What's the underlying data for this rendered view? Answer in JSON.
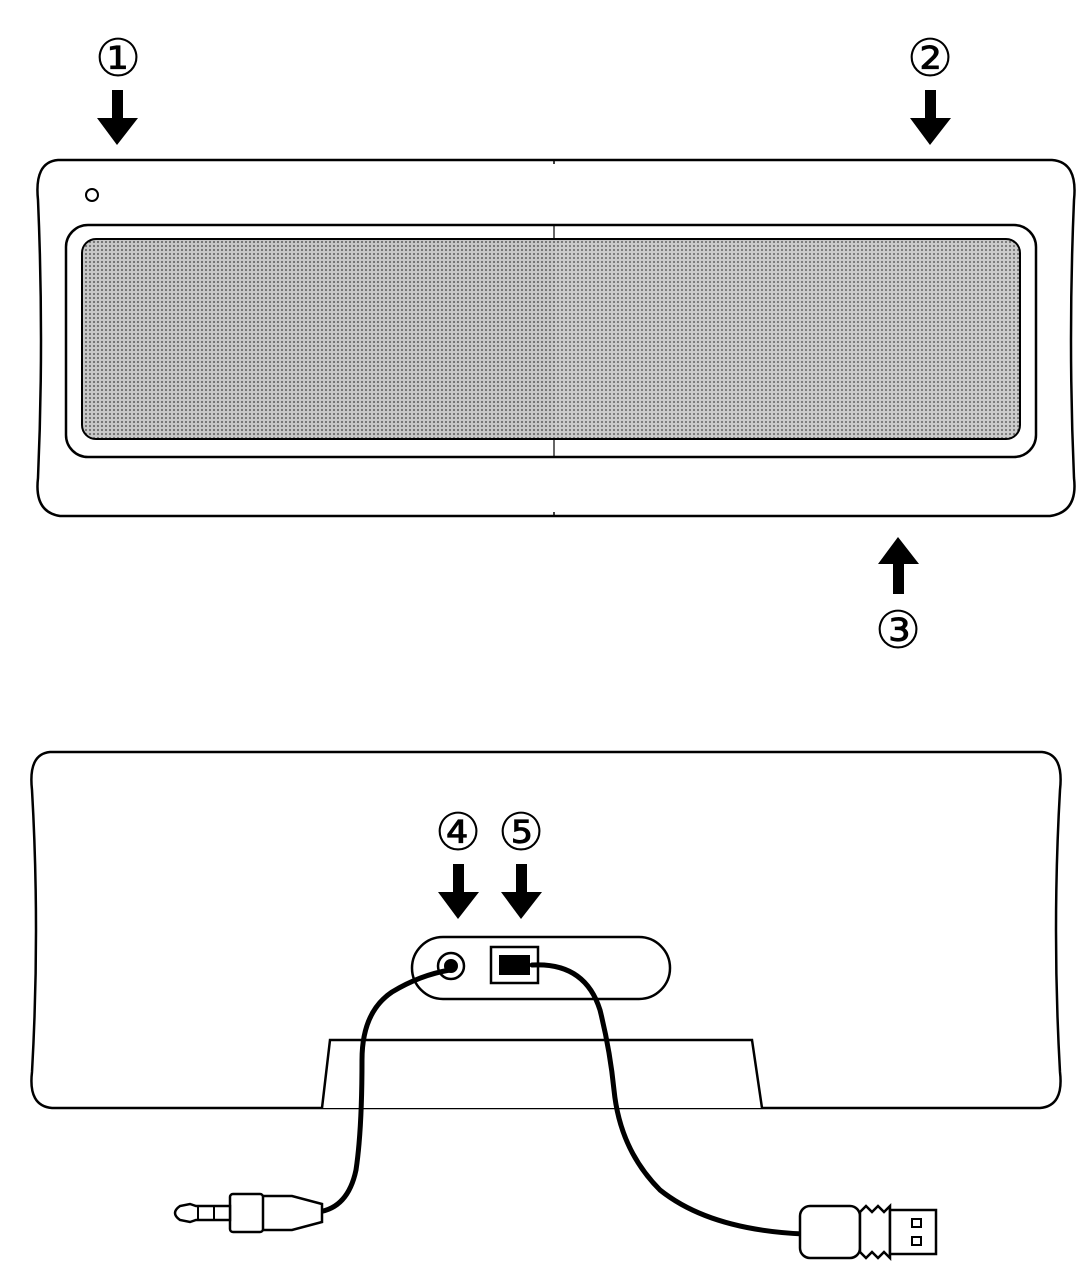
{
  "callouts": [
    {
      "id": 1,
      "label": "①"
    },
    {
      "id": 2,
      "label": "②"
    },
    {
      "id": 3,
      "label": "③"
    },
    {
      "id": 4,
      "label": "④"
    },
    {
      "id": 5,
      "label": "⑤"
    }
  ],
  "colors": {
    "line": "#000000",
    "background": "#ffffff",
    "grille": "#9a9a9a",
    "grille_light": "#b0b0b0"
  },
  "icons": {
    "front_view": "speaker-front-view",
    "rear_view": "speaker-rear-view",
    "led": "power-indicator-icon",
    "audio_jack": "audio-jack-port-icon",
    "usb_port": "usb-port-icon",
    "audio_plug": "audio-plug-3-5mm-icon",
    "usb_plug": "usb-a-plug-icon",
    "arrow": "callout-arrow-icon"
  }
}
